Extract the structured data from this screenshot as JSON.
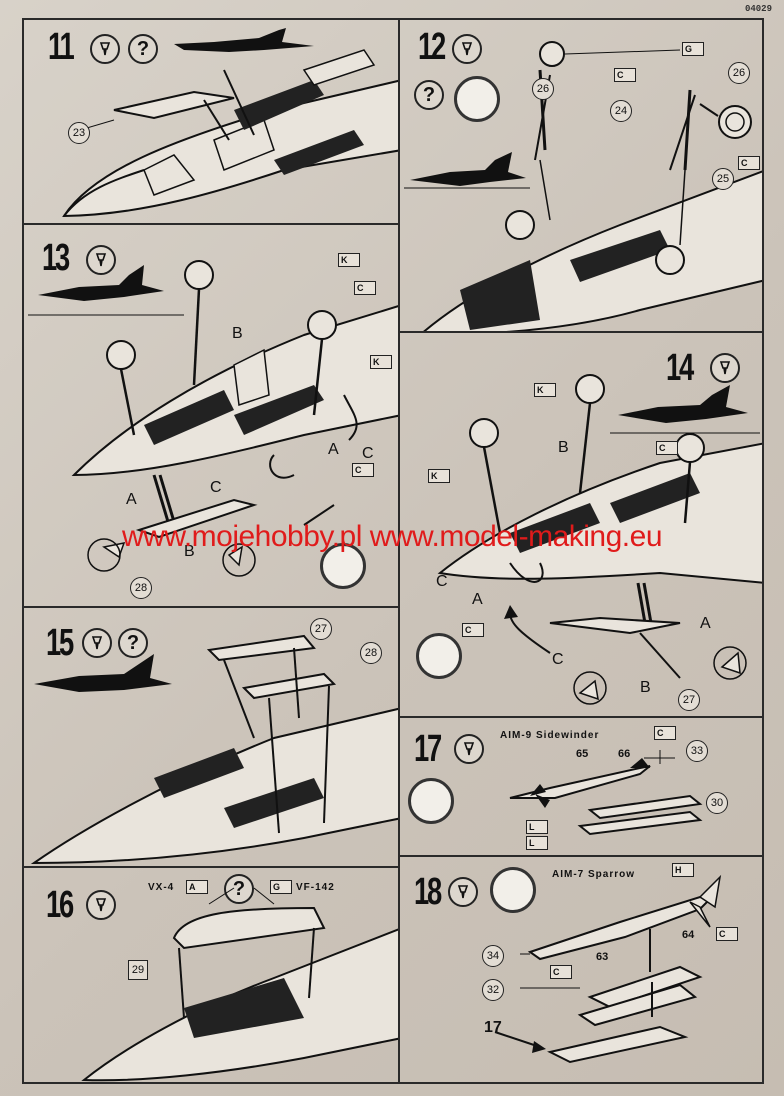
{
  "page_code": "04029",
  "watermark": "www.mojehobby.pl www.model-making.eu",
  "steps": {
    "s11": {
      "number": "11",
      "icons": [
        "glue-icon",
        "question-icon"
      ],
      "question": "?",
      "callouts": [
        "23"
      ]
    },
    "s12": {
      "number": "12",
      "icons": [
        "glue-icon",
        "question-icon"
      ],
      "question": "?",
      "callouts": [
        "26",
        "24",
        "26",
        "25"
      ],
      "tags": [
        "C",
        "G",
        "C"
      ]
    },
    "s13": {
      "number": "13",
      "icons": [
        "glue-icon"
      ],
      "callouts": [
        "28"
      ],
      "letters": [
        "B",
        "A",
        "C",
        "A",
        "C",
        "B"
      ],
      "tags": [
        "K",
        "C",
        "K",
        "C"
      ]
    },
    "s14": {
      "number": "14",
      "icons": [
        "glue-icon"
      ],
      "callouts": [
        "27"
      ],
      "letters": [
        "B",
        "C",
        "A",
        "C",
        "A",
        "B"
      ],
      "tags": [
        "K",
        "C",
        "K",
        "C"
      ]
    },
    "s15": {
      "number": "15",
      "icons": [
        "glue-icon",
        "question-icon"
      ],
      "question": "?",
      "callouts": [
        "27",
        "28"
      ]
    },
    "s16": {
      "number": "16",
      "icons": [
        "glue-icon"
      ],
      "question": "?",
      "option_left": "VX-4",
      "option_left_tag": "A",
      "option_right": "VF-142",
      "option_right_tag": "G",
      "part": "29"
    },
    "s17": {
      "number": "17",
      "icons": [
        "glue-icon"
      ],
      "title": "AIM-9 Sidewinder",
      "parts": [
        "65",
        "66"
      ],
      "callouts": [
        "33",
        "30"
      ],
      "tags": [
        "C",
        "L",
        "L"
      ]
    },
    "s18": {
      "number": "18",
      "icons": [
        "glue-icon"
      ],
      "title": "AIM-7 Sparrow",
      "parts": [
        "63",
        "64",
        "17"
      ],
      "callouts": [
        "34",
        "32"
      ],
      "tags": [
        "H",
        "C",
        "C"
      ]
    }
  }
}
